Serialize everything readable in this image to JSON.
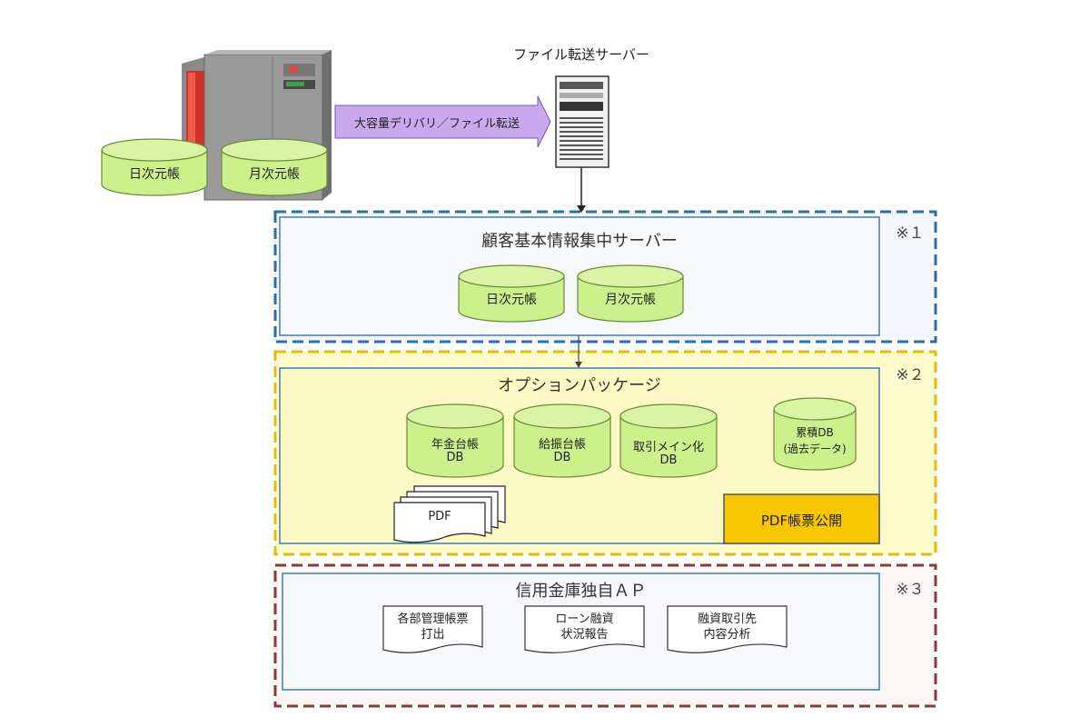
{
  "mainframe": {
    "ledgers": [
      "日次元帳",
      "月次元帳"
    ]
  },
  "transfer_arrow_label": "大容量デリバリ／ファイル転送",
  "file_server": {
    "title": "ファイル転送サーバー"
  },
  "section1": {
    "note": "※１",
    "title": "顧客基本情報集中サーバー",
    "dbs": [
      "日次元帳",
      "月次元帳"
    ]
  },
  "section2": {
    "note": "※２",
    "title": "オプションパッケージ",
    "dbs": [
      {
        "line1": "年金台帳",
        "line2": "DB"
      },
      {
        "line1": "給振台帳",
        "line2": "DB"
      },
      {
        "line1": "取引メイン化",
        "line2": "DB"
      },
      {
        "line1": "累積DB",
        "line2": "(過去データ)"
      }
    ],
    "pdf_doc": "PDF",
    "publish_button": "PDF帳票公開"
  },
  "section3": {
    "note": "※３",
    "title": "信用金庫独自ＡＰ",
    "docs": [
      {
        "line1": "各部管理帳票",
        "line2": "打出"
      },
      {
        "line1": "ローン融資",
        "line2": "状況報告"
      },
      {
        "line1": "融資取引先",
        "line2": "内容分析"
      }
    ]
  },
  "colors": {
    "db_fill": "#ccf08c",
    "db_stroke": "#6a8a3c",
    "arrow_fill": "#c9a8ee",
    "section1_border": "#2e6ea0",
    "section2_border": "#e6b90d",
    "section3_border": "#8a3a36",
    "publish_fill": "#f7c800"
  }
}
